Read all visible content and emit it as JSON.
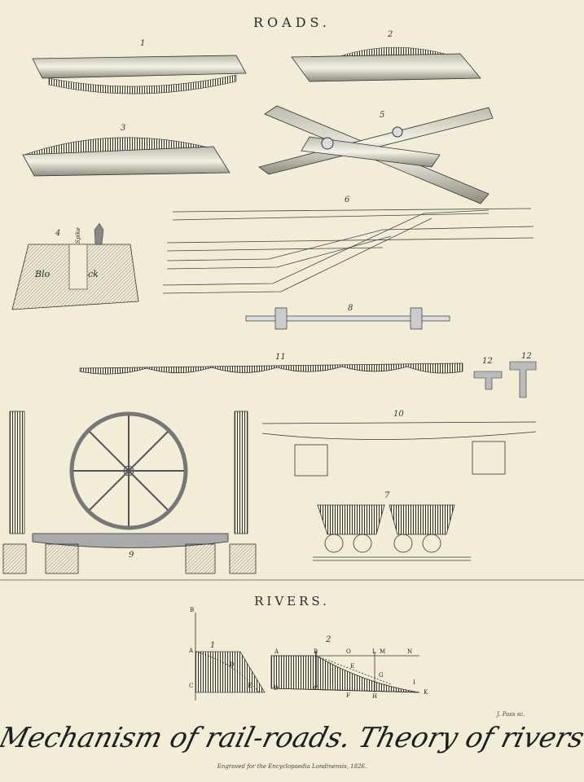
{
  "headings": {
    "roads": "ROADS.",
    "rivers": "RIVERS."
  },
  "figure_numbers": {
    "f1": "1",
    "f2": "2",
    "f3": "3",
    "f4": "4",
    "f5": "5",
    "f6": "6",
    "f7": "7",
    "f8": "8",
    "f9": "9",
    "f10": "10",
    "f11": "11",
    "f12a": "12",
    "f12b": "12",
    "rv1": "1",
    "rv2": "2"
  },
  "block_labels": {
    "spike": "Spike",
    "block_left": "Blo",
    "block_right": "ck"
  },
  "river_letters_1": [
    "B",
    "A",
    "D",
    "C",
    "E"
  ],
  "river_letters_2": [
    "A",
    "B",
    "O",
    "L",
    "M",
    "N",
    "D",
    "C",
    "E",
    "G",
    "F",
    "H",
    "I",
    "K"
  ],
  "caption": "Mechanism of rail-roads. Theory of rivers.",
  "engraver": "J. Pass sc.",
  "engraved_for": "Engraved for the Encyclopaedia Londinensis, 1826."
}
